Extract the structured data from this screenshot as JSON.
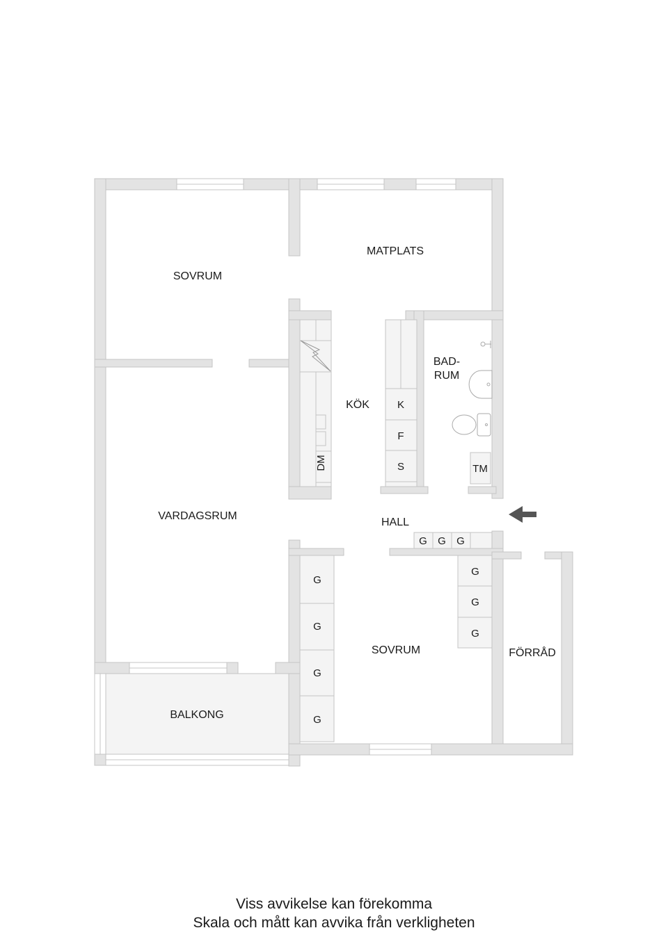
{
  "floorplan": {
    "rooms": {
      "sovrum_1": "SOVRUM",
      "matplats": "MATPLATS",
      "kok": "KÖK",
      "badrum_line1": "BAD-",
      "badrum_line2": "RUM",
      "vardagsrum": "VARDAGSRUM",
      "hall": "HALL",
      "sovrum_2": "SOVRUM",
      "forrad": "FÖRRÅD",
      "balkong": "BALKONG"
    },
    "appliances": {
      "dishwasher": "DM",
      "fridge": "K",
      "freezer": "F",
      "stove": "S",
      "washing_machine": "TM"
    },
    "wardrobe_label": "G",
    "hall_wardrobes": [
      "G",
      "G",
      "G"
    ],
    "bedroom_wardrobes_left": [
      "G",
      "G",
      "G",
      "G"
    ],
    "bedroom_wardrobes_right": [
      "G",
      "G",
      "G"
    ],
    "entrance_arrow_icon": "arrow-left-icon",
    "colors": {
      "wall": "#e3e3e3",
      "wall_outline": "#c4c4c4",
      "cabinet": "#f4f4f4",
      "arrow": "#555555",
      "text": "#1a1a1a"
    }
  },
  "footer": {
    "line1": "Viss avvikelse kan förekomma",
    "line2": "Skala och mått kan avvika från verkligheten"
  }
}
